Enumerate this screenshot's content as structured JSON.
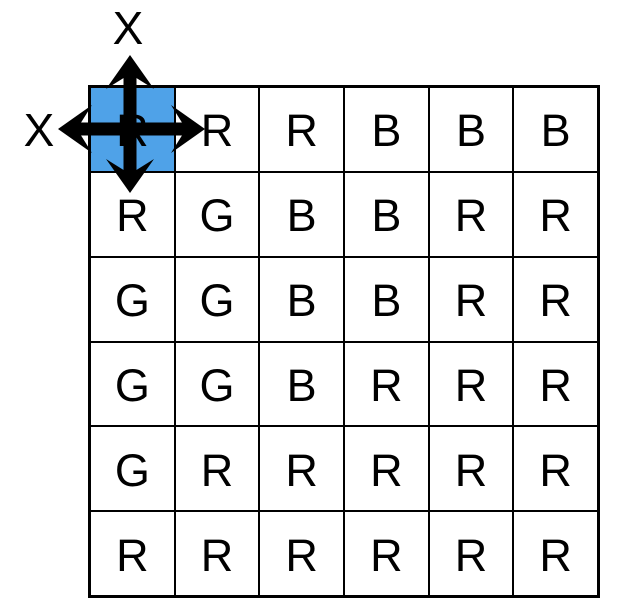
{
  "grid": {
    "rows": [
      [
        "R",
        "R",
        "R",
        "B",
        "B",
        "B"
      ],
      [
        "R",
        "G",
        "B",
        "B",
        "R",
        "R"
      ],
      [
        "G",
        "G",
        "B",
        "B",
        "R",
        "R"
      ],
      [
        "G",
        "G",
        "B",
        "R",
        "R",
        "R"
      ],
      [
        "G",
        "R",
        "R",
        "R",
        "R",
        "R"
      ],
      [
        "R",
        "R",
        "R",
        "R",
        "R",
        "R"
      ]
    ],
    "num_rows": 6,
    "num_cols": 6,
    "selected": {
      "row": 0,
      "col": 0,
      "letter": "R",
      "highlight_color": "#4FA2E8"
    }
  },
  "labels": {
    "blocked_up": "X",
    "blocked_left": "X"
  },
  "arrows": {
    "directions": [
      "up",
      "down",
      "left",
      "right"
    ],
    "color": "#000000"
  },
  "colors": {
    "background": "#ffffff",
    "grid_line": "#000000",
    "letter": "#000000",
    "highlight": "#4FA2E8"
  }
}
